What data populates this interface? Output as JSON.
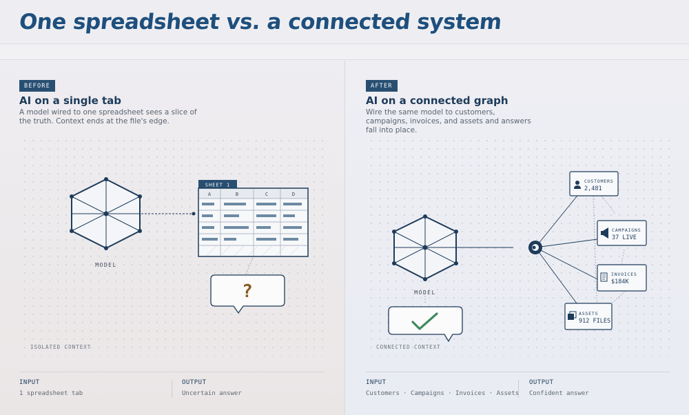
{
  "title": "One spreadsheet vs. a connected system",
  "before": {
    "badge": "BEFORE",
    "heading": "AI on a single tab",
    "description": "A model wired to one spreadsheet sees a slice of the truth. Context ends at the file's edge.",
    "model_label": "MODEL",
    "sheet_tab": "SHEET 1",
    "columns": [
      "A",
      "B",
      "C",
      "D"
    ],
    "bubble_symbol": "?",
    "context_label": "ISOLATED CONTEXT",
    "input_label": "INPUT",
    "input_value": "1 spreadsheet tab",
    "output_label": "OUTPUT",
    "output_value": "Uncertain answer"
  },
  "after": {
    "badge": "AFTER",
    "heading": "AI on a connected graph",
    "description": "Wire the same model to customers, campaigns, invoices, and assets and answers fall into place.",
    "model_label": "MODEL",
    "nodes": [
      {
        "name": "CUSTOMERS",
        "value": "2,481",
        "icon": "person-icon"
      },
      {
        "name": "CAMPAIGNS",
        "value": "37 LIVE",
        "icon": "megaphone-icon"
      },
      {
        "name": "INVOICES",
        "value": "$184K",
        "icon": "document-icon"
      },
      {
        "name": "ASSETS",
        "value": "912 FILES",
        "icon": "stacked-files-icon"
      }
    ],
    "context_label": "CONNECTED CONTEXT",
    "input_label": "INPUT",
    "input_value": "Customers · Campaigns · Invoices · Assets",
    "output_label": "OUTPUT",
    "output_value": "Confident answer"
  },
  "colors": {
    "navy": "#1d3b5a",
    "title_blue": "#1e4f7d",
    "badge": "#284f72",
    "cell_bar": "#6e8aa3",
    "question_mark": "#8a5a20",
    "check_green": "#3f8a5f"
  }
}
